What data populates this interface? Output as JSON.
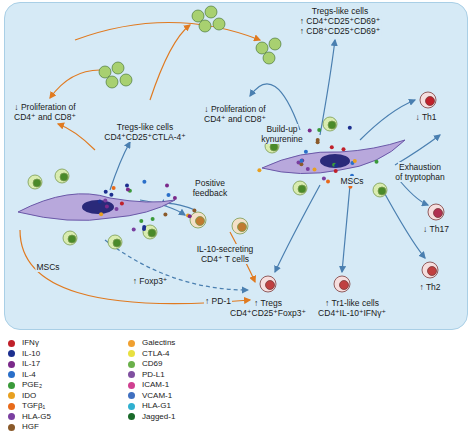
{
  "diagram": {
    "labels": [
      "↓ Proliferation of",
      "CD4⁺ and CD8⁺",
      "Tregs-like cells",
      "CD4⁺CD25⁺CTLA-4⁺",
      "Tregs-like cells",
      "↑ CD4⁺CD25⁺CD69⁺",
      "↑ CD8⁺CD25⁺CD69⁺",
      "↓ Proliferation of",
      "CD4⁺ and CD8⁺",
      "↓ Th1",
      "MSCs",
      "Positive",
      "feedback",
      "Build-up",
      "kynurenine",
      "MSCs",
      "Exhaustion",
      "of tryptophan",
      "↓ Th17",
      "IL-10-secreting",
      "CD4⁺ T cells",
      "↑ Foxp3⁺",
      "↑ PD-1",
      "↑ Tregs",
      "CD4⁺CD25⁺Foxp3⁺",
      "↑ Tr1-like cells",
      "CD4⁺IL-10⁺IFNγ⁺",
      "↑ Th2"
    ],
    "legend": [
      {
        "text": "IFNγ",
        "color": "#c0202a"
      },
      {
        "text": "IL-10",
        "color": "#1c2f8f"
      },
      {
        "text": "IL-17",
        "color": "#7b2a8a"
      },
      {
        "text": "IL-4",
        "color": "#2a6fc9"
      },
      {
        "text": "PGE₂",
        "color": "#3a9a3a"
      },
      {
        "text": "IDO",
        "color": "#e8a020"
      },
      {
        "text": "TGFβ₁",
        "color": "#e86a1a"
      },
      {
        "text": "HLA-G5",
        "color": "#7a3fa0"
      },
      {
        "text": "HGF",
        "color": "#8a5a2a"
      },
      {
        "text": "Galectins",
        "color": "#f0a030"
      },
      {
        "text": "CTLA-4",
        "color": "#e8e040"
      },
      {
        "text": "CD69",
        "color": "#6ab04a"
      },
      {
        "text": "PD-L1",
        "color": "#8050a0"
      },
      {
        "text": "ICAM-1",
        "color": "#d04090"
      },
      {
        "text": "VCAM-1",
        "color": "#4070c0"
      },
      {
        "text": "HLA-G1",
        "color": "#30b0d0"
      },
      {
        "text": "Jagged-1",
        "color": "#1a6a2a"
      }
    ]
  }
}
